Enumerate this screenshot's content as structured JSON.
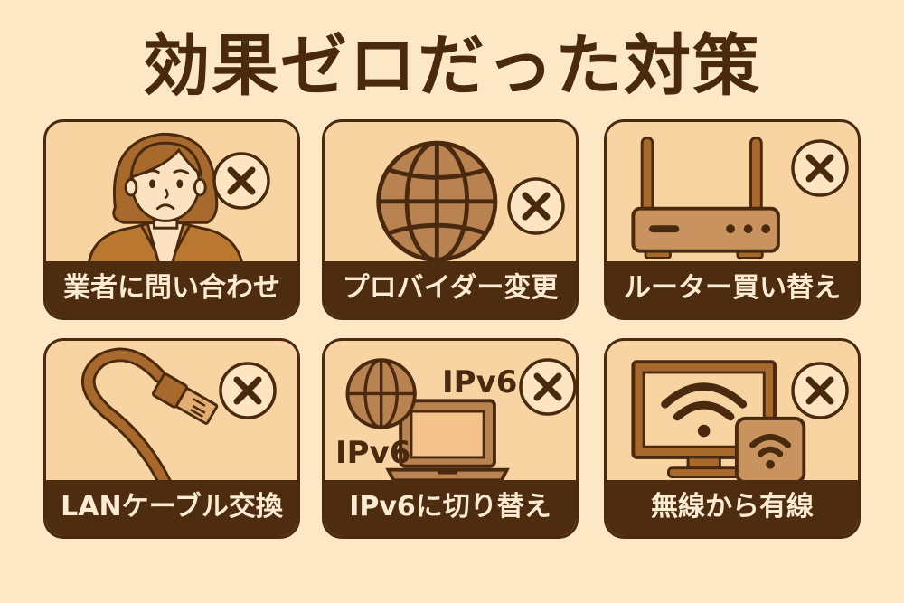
{
  "title": "効果ゼロだった対策",
  "colors": {
    "background": "#fde8c6",
    "card_fill": "#f9d4a3",
    "dark_brown": "#4a2a0f",
    "label_bar": "#4d2c0f",
    "label_text": "#fbebd2",
    "icon_fill": "#b98351",
    "icon_fill_light": "#c8935e",
    "badge_fill": "#fde5c2"
  },
  "cards": [
    {
      "label": "業者に問い合わせ",
      "icon": "worried-woman-icon",
      "status": "x-mark-icon"
    },
    {
      "label": "プロバイダー変更",
      "icon": "globe-icon",
      "status": "x-mark-icon"
    },
    {
      "label": "ルーター買い替え",
      "icon": "router-icon",
      "status": "x-mark-icon"
    },
    {
      "label": "LANケーブル交換",
      "icon": "lan-cable-icon",
      "status": "x-mark-icon"
    },
    {
      "label": "IPv6に切り替え",
      "icon": "ipv6-laptop-icon",
      "status": "x-mark-icon",
      "icon_texts": [
        "IPv6",
        "IPv6"
      ]
    },
    {
      "label": "無線から有線",
      "icon": "wifi-monitor-icon",
      "status": "x-mark-icon"
    }
  ]
}
